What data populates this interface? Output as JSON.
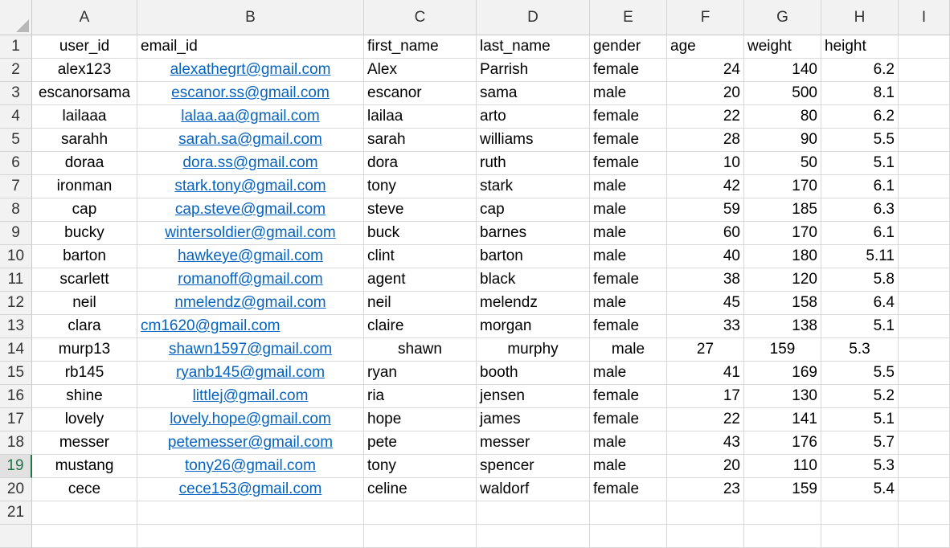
{
  "columns": [
    "A",
    "B",
    "C",
    "D",
    "E",
    "F",
    "G",
    "H",
    "I"
  ],
  "selected_row": 19,
  "colors": {
    "link": "#0563c1",
    "selected_header": "#217346"
  },
  "rows": [
    {
      "num": "1",
      "cells": [
        "user_id",
        "email_id",
        "first_name",
        "last_name",
        "gender",
        "age",
        "weight",
        "height",
        ""
      ]
    },
    {
      "num": "2",
      "cells": [
        "alex123",
        "alexathegrt@gmail.com",
        "Alex",
        "Parrish",
        "female",
        "24",
        "140",
        "6.2",
        ""
      ]
    },
    {
      "num": "3",
      "cells": [
        "escanorsama",
        "escanor.ss@gmail.com",
        "escanor",
        "sama",
        "male",
        "20",
        "500",
        "8.1",
        ""
      ]
    },
    {
      "num": "4",
      "cells": [
        "lailaaa",
        "lalaa.aa@gmail.com",
        "lailaa",
        "arto",
        "female",
        "22",
        "80",
        "6.2",
        ""
      ]
    },
    {
      "num": "5",
      "cells": [
        "sarahh",
        "sarah.sa@gmail.com",
        "sarah",
        "williams",
        "female",
        "28",
        "90",
        "5.5",
        ""
      ]
    },
    {
      "num": "6",
      "cells": [
        "doraa",
        "dora.ss@gmail.com",
        "dora",
        "ruth",
        "female",
        "10",
        "50",
        "5.1",
        ""
      ]
    },
    {
      "num": "7",
      "cells": [
        "ironman",
        "stark.tony@gmail.com",
        "tony",
        "stark",
        "male",
        "42",
        "170",
        "6.1",
        ""
      ]
    },
    {
      "num": "8",
      "cells": [
        "cap",
        "cap.steve@gmail.com",
        "steve",
        "cap",
        "male",
        "59",
        "185",
        "6.3",
        ""
      ]
    },
    {
      "num": "9",
      "cells": [
        "bucky",
        "wintersoldier@gmail.com",
        "buck",
        "barnes",
        "male",
        "60",
        "170",
        "6.1",
        ""
      ]
    },
    {
      "num": "10",
      "cells": [
        "barton",
        "hawkeye@gmail.com",
        "clint",
        "barton",
        "male",
        "40",
        "180",
        "5.11",
        ""
      ]
    },
    {
      "num": "11",
      "cells": [
        "scarlett",
        "romanoff@gmail.com",
        "agent",
        "black",
        "female",
        "38",
        "120",
        "5.8",
        ""
      ]
    },
    {
      "num": "12",
      "cells": [
        "neil",
        "nmelendz@gmail.com",
        "neil",
        "melendz",
        "male",
        "45",
        "158",
        "6.4",
        ""
      ]
    },
    {
      "num": "13",
      "cells": [
        "clara",
        "cm1620@gmail.com",
        "claire",
        "morgan",
        "female",
        "33",
        "138",
        "5.1",
        ""
      ]
    },
    {
      "num": "14",
      "cells": [
        "murp13",
        "shawn1597@gmail.com",
        "shawn",
        "murphy",
        "male",
        "27",
        "159",
        "5.3",
        ""
      ]
    },
    {
      "num": "15",
      "cells": [
        "rb145",
        "ryanb145@gmail.com",
        "ryan",
        "booth",
        "male",
        "41",
        "169",
        "5.5",
        ""
      ]
    },
    {
      "num": "16",
      "cells": [
        "shine",
        "littlej@gmail.com",
        "ria",
        "jensen",
        "female",
        "17",
        "130",
        "5.2",
        ""
      ]
    },
    {
      "num": "17",
      "cells": [
        "lovely",
        "lovely.hope@gmail.com",
        "hope",
        "james",
        "female",
        "22",
        "141",
        "5.1",
        ""
      ]
    },
    {
      "num": "18",
      "cells": [
        "messer",
        "petemesser@gmail.com",
        "pete",
        "messer",
        "male",
        "43",
        "176",
        "5.7",
        ""
      ]
    },
    {
      "num": "19",
      "cells": [
        "mustang",
        "tony26@gmail.com",
        "tony",
        "spencer",
        "male",
        "20",
        "110",
        "5.3",
        ""
      ]
    },
    {
      "num": "20",
      "cells": [
        "cece",
        "cece153@gmail.com",
        "celine",
        "waldorf",
        "female",
        "23",
        "159",
        "5.4",
        ""
      ]
    },
    {
      "num": "21",
      "cells": [
        "",
        "",
        "",
        "",
        "",
        "",
        "",
        "",
        ""
      ]
    },
    {
      "num": "",
      "cells": [
        "",
        "",
        "",
        "",
        "",
        "",
        "",
        "",
        ""
      ]
    }
  ]
}
